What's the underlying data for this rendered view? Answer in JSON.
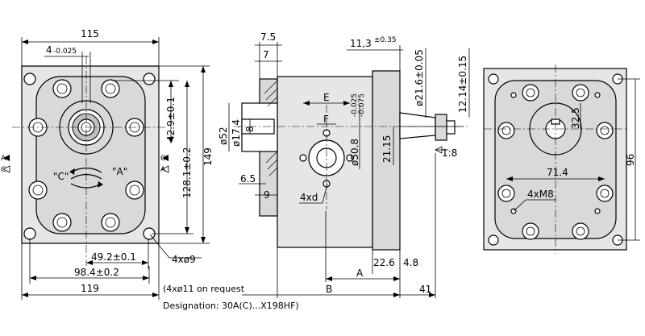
{
  "front_view": {
    "dim_115": "115",
    "dim_4": "4",
    "dim_4_tol": "-0.025",
    "dim_42_9": "42.9±0.1",
    "dim_128_1": "128.1±0.2",
    "dim_149": "149",
    "dim_49_2": "49.2±0.1",
    "dim_98_4": "98.4±0.2",
    "dim_119": "119",
    "holes_label": "4xø9",
    "port_c_label": "\"C\"",
    "port_a_label": "\"A\"",
    "side_marker_left_top": "A",
    "side_marker_left_bottom": "C",
    "side_marker_right_top": "C",
    "side_marker_right_bottom": "A"
  },
  "side_view": {
    "dim_7_5": "7.5",
    "dim_7": "7",
    "dim_11_3": "11,3",
    "dim_11_3_tol": "±0.35",
    "dim_21_6": "ø21.6±0.05",
    "dim_12_14": "12.14±0.15",
    "dim_E": "E",
    "dim_F": "F",
    "dim_52": "ø52",
    "dim_17_4": "ø17.4",
    "dim_8": "8",
    "dim_50_8": "ø50.8",
    "dim_50_8_tol_upper": "-0.025",
    "dim_50_8_tol_lower": "-0.075",
    "dim_21_15": "21.15",
    "taper": "1:8",
    "dim_6_5": "6.5",
    "dim_9": "9",
    "port_threads": "4xd",
    "dim_22_6": "22.6",
    "dim_4_8": "4.8",
    "dim_A": "A",
    "dim_B": "B",
    "dim_41": "41"
  },
  "rear_view": {
    "dim_32_5": "32.5",
    "dim_96": "96",
    "dim_71_4": "71.4",
    "threads_label": "4xM8"
  },
  "notes": {
    "request_note": "(4xø11 on request",
    "designation": "Designation: 30A(C)...X198HF)"
  }
}
